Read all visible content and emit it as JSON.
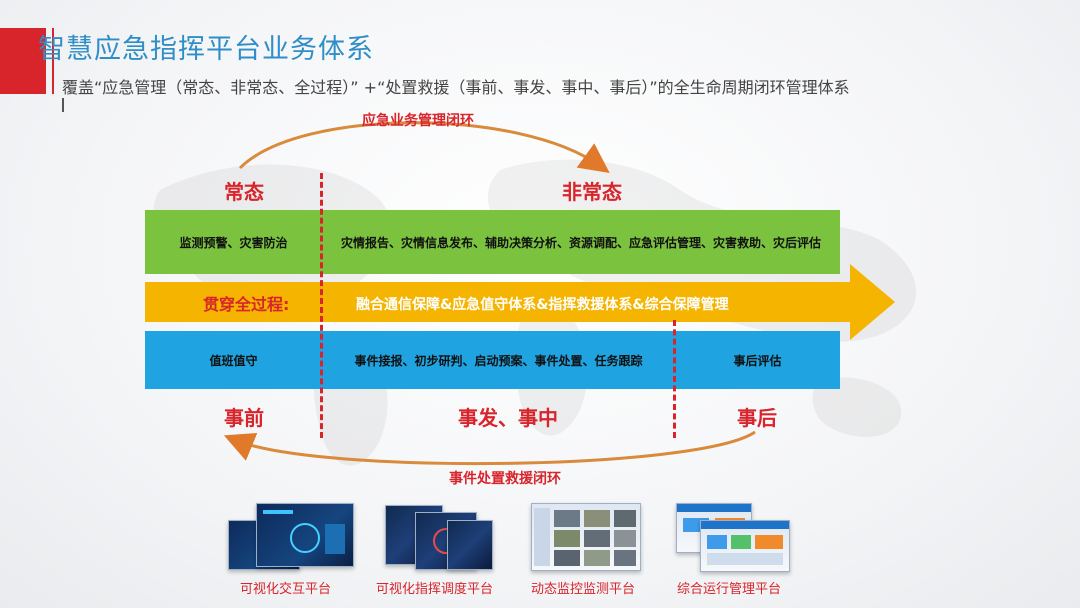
{
  "header": {
    "title": "智慧应急指挥平台业务体系",
    "subtitle": "覆盖“应急管理（常态、非常态、全过程）” +“处置救援（事前、事发、事中、事后）”的全生命周期闭环管理体系"
  },
  "top_loop_label": "应急业务管理闭环",
  "bottom_loop_label": "事件处置救援闭环",
  "phases_top": {
    "normal": "常态",
    "abnormal": "非常态"
  },
  "green_band": {
    "left": "监测预警、灾害防治",
    "right": "灾情报告、灾情信息发布、辅助决策分析、资源调配、应急评估管理、灾害救助、灾后评估"
  },
  "through_band": {
    "label": "贯穿全过程:",
    "text": "融合通信保障&应急值守体系&指挥救援体系&综合保障管理"
  },
  "blue_band": {
    "before": "值班值守",
    "during": "事件接报、初步研判、启动预案、事件处置、任务跟踪",
    "after": "事后评估"
  },
  "phases_bottom": {
    "before": "事前",
    "during": "事发、事中",
    "after": "事后"
  },
  "platforms": [
    {
      "label": "可视化交互平台",
      "icon": "visual-interaction-screenshot"
    },
    {
      "label": "可视化指挥调度平台",
      "icon": "visual-dispatch-screenshot"
    },
    {
      "label": "动态监控监测平台",
      "icon": "monitoring-screenshot"
    },
    {
      "label": "综合运行管理平台",
      "icon": "operation-management-screenshot"
    }
  ],
  "colors": {
    "red": "#d8242b",
    "title_blue": "#2f8ec7",
    "green": "#7bc23f",
    "blue": "#1fa3e1",
    "orange": "#f5b400"
  }
}
